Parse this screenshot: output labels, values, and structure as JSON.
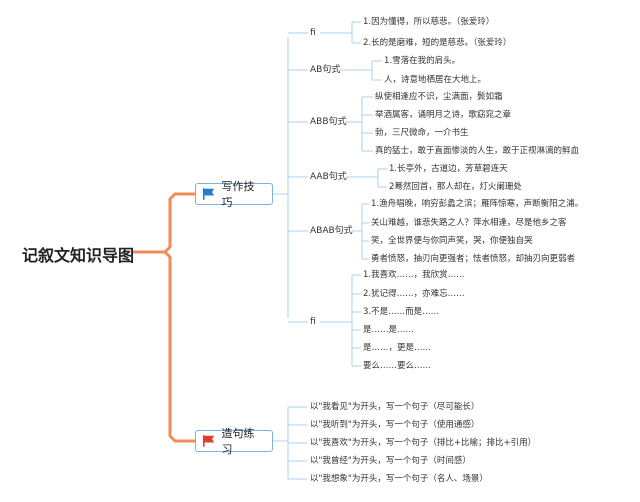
{
  "colors": {
    "tree_line": "#a9d2ee",
    "root_line": "#ef8c5a",
    "flag_blue": "#1f7fd1",
    "flag_red": "#e23b2f"
  },
  "root": {
    "title": "记叙文知识导图"
  },
  "branches": [
    {
      "label": "写作技巧",
      "flag_color": "blue-flag-icon",
      "groups": [
        {
          "label": "fi",
          "items": [
            "1.因为懂得，所以慈悲。（张爱玲）",
            "2.长的是磨难，短的是慈悲。（张爱玲）"
          ]
        },
        {
          "label": "AB句式",
          "items": [
            "1.雪落在我的肩头。",
            "人，诗意地栖居在大地上。"
          ]
        },
        {
          "label": "ABB句式",
          "items": [
            "纵使相逢应不识，尘满面，鬓如霜",
            "举酒属客，诵明月之诗，歌窈窕之章",
            "勃，三尺微命，一介书生",
            "真的猛士，敢于直面惨淡的人生，敢于正视淋漓的鲜血"
          ]
        },
        {
          "label": "AAB句式",
          "items": [
            "1.长亭外，古道边，芳草碧连天",
            "2蓦然回首，那人却在，灯火阑珊处"
          ]
        },
        {
          "label": "ABAB句式",
          "items": [
            "1.渔舟唱晚，响穷彭蠡之滨；雁阵惊寒，声断衡阳之浦。",
            "关山难越，谁悲失路之人？萍水相逢，尽是他乡之客",
            "笑，全世界便与你同声笑，哭，你便独自哭",
            "勇者愤怒，抽刃向更强者；怯者愤怒，却抽刃向更弱者"
          ]
        },
        {
          "label": "fi",
          "items": [
            "1.我喜欢……，我欣赏……",
            "2.犹记得……，亦难忘……",
            "3.不是……而是……",
            "是……是……",
            "是……，更是……",
            "要么……要么……"
          ]
        }
      ]
    },
    {
      "label": "造句练习",
      "flag_color": "red-flag-icon",
      "items": [
        "以\"我看见\"为开头，写一个句子（尽可能长）",
        "以\"我听到\"为开头，写一个句子（使用通感）",
        "以\"我喜欢\"为开头，写一个句子（排比+比喻；排比+引用）",
        "以\"我曾经\"为开头，写一个句子（时间感）",
        "以\"我想象\"为开头，写一个句子（名人、场景）"
      ]
    }
  ]
}
